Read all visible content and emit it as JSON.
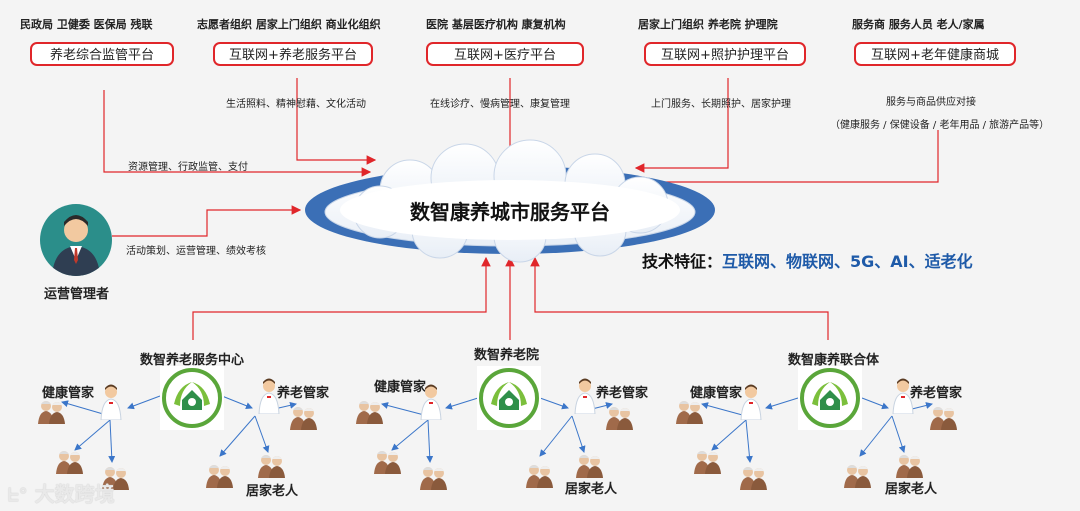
{
  "headers": [
    "民政局  卫健委  医保局  残联",
    "志愿者组织  居家上门组织  商业化组织",
    "医院    基层医疗机构    康复机构",
    "居家上门组织   养老院      护理院",
    "服务商       服务人员    老人/家属"
  ],
  "platforms": [
    "养老综合监管平台",
    "互联网+养老服务平台",
    "互联网+医疗平台",
    "互联网+照护护理平台",
    "互联网+老年健康商城"
  ],
  "subs": [
    "生活照料、精神慰藉、文化活动",
    "在线诊疗、慢病管理、康复管理",
    "上门服务、长期照护、居家护理",
    "服务与商品供应对接",
    "（健康服务 / 保健设备 / 老年用品 / 旅游产品等）"
  ],
  "links": {
    "supervision": "资源管理、行政监管、支付",
    "operator": "活动策划、运营管理、绩效考核"
  },
  "center": "数智康养城市服务平台",
  "operator_label": "运营管理者",
  "tech": {
    "label": "技术特征：",
    "value": "互联网、物联网、5G、AI、适老化"
  },
  "nodes": [
    "数智养老服务中心",
    "数智养老院",
    "数智康养联合体"
  ],
  "roles": {
    "health": "健康管家",
    "care": "养老管家",
    "elder": "居家老人"
  },
  "watermark": "大数跨境",
  "colors": {
    "red": "#e0262a",
    "blue": "#1e5aa8",
    "arrowBlue": "#3b76c9"
  }
}
